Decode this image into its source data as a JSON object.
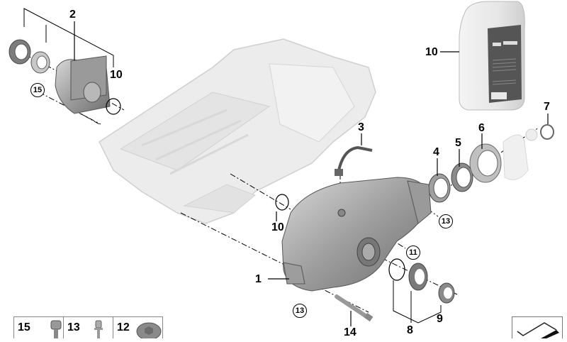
{
  "diagram": {
    "type": "exploded parts diagram",
    "subject": "front axle differential with oil pan, seals and fasteners",
    "callouts": [
      {
        "id": "1",
        "label": "1",
        "part": "front axle differential",
        "circled": false
      },
      {
        "id": "2",
        "label": "2",
        "part": "intermediate shaft bearing housing",
        "circled": false
      },
      {
        "id": "3",
        "label": "3",
        "part": "vent line",
        "circled": false
      },
      {
        "id": "4",
        "label": "4",
        "part": "shaft seal",
        "circled": false
      },
      {
        "id": "5",
        "label": "5",
        "part": "shaft seal",
        "circled": false
      },
      {
        "id": "6",
        "label": "6",
        "part": "dust shield",
        "circled": false
      },
      {
        "id": "7",
        "label": "7",
        "part": "circlip",
        "circled": false
      },
      {
        "id": "8",
        "label": "8",
        "part": "shaft seal",
        "circled": false
      },
      {
        "id": "9",
        "label": "9",
        "part": "protective ring",
        "circled": false
      },
      {
        "id": "10a",
        "label": "10",
        "part": "o-ring (upper left)",
        "circled": false
      },
      {
        "id": "10b",
        "label": "10",
        "part": "o-ring (center)",
        "circled": false
      },
      {
        "id": "11",
        "label": "11",
        "part": "gear oil bottle",
        "circled": false
      },
      {
        "id": "12",
        "label": "12",
        "part": "screw plug",
        "circled": true
      },
      {
        "id": "13a",
        "label": "13",
        "part": "bolt (right)",
        "circled": true
      },
      {
        "id": "13b",
        "label": "13",
        "part": "bolt (lower)",
        "circled": true
      },
      {
        "id": "14",
        "label": "14",
        "part": "hex bolt",
        "circled": false
      },
      {
        "id": "15",
        "label": "15",
        "part": "hex bolt",
        "circled": true
      }
    ],
    "legend": [
      {
        "label": "15",
        "icon": "hex-bolt-icon"
      },
      {
        "label": "13",
        "icon": "collar-bolt-icon"
      },
      {
        "label": "12",
        "icon": "screw-plug-icon"
      }
    ],
    "colors": {
      "line": "#000000",
      "part_dark": "#8a8a8a",
      "part_mid": "#b5b5b5",
      "part_light": "#e2e2e2",
      "oil_pan": "#ececec"
    }
  }
}
